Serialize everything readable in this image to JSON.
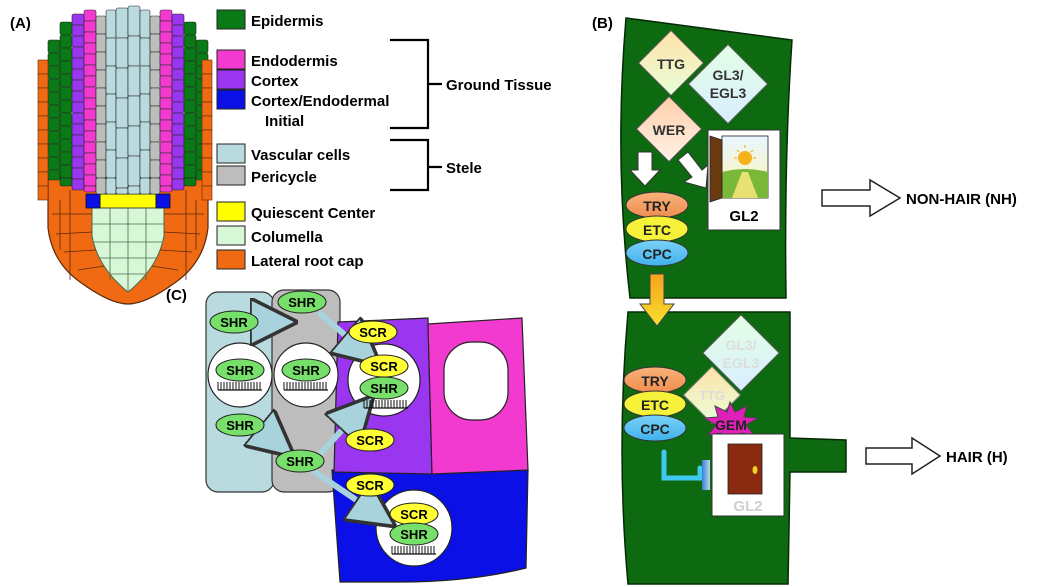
{
  "panels": {
    "a": "(A)",
    "b": "(B)",
    "c": "(C)"
  },
  "legend": {
    "epidermis": "Epidermis",
    "endodermis": "Endodermis",
    "cortex": "Cortex",
    "initial_line1": "Cortex/Endodermal",
    "initial_line2": "Initial",
    "ground_tissue": "Ground Tissue",
    "vascular": "Vascular cells",
    "pericycle": "Pericycle",
    "stele": "Stele",
    "quiescent": "Quiescent Center",
    "columella": "Columella",
    "lateral_root_cap": "Lateral root cap"
  },
  "colors": {
    "epidermis": "#0a7a16",
    "endodermis": "#f23ad0",
    "cortex": "#9a35f0",
    "initial": "#0a10e6",
    "vascular": "#b9dbe0",
    "pericycle": "#bdbdbd",
    "quiescent": "#ffff00",
    "columella": "#d7f7d7",
    "lateral_root_cap": "#f06a14",
    "cell_green": "#0e6a10",
    "shr": "#77e06a",
    "scr": "#ffff33"
  },
  "panel_b": {
    "ttg": "TTG",
    "gl3_l1": "GL3/",
    "gl3_l2": "EGL3",
    "wer": "WER",
    "try": "TRY",
    "etc": "ETC",
    "cpc": "CPC",
    "gl2": "GL2",
    "gem": "GEM",
    "non_hair": "NON-HAIR (NH)",
    "hair": "HAIR (H)"
  },
  "panel_c": {
    "shr": "SHR",
    "scr": "SCR"
  }
}
